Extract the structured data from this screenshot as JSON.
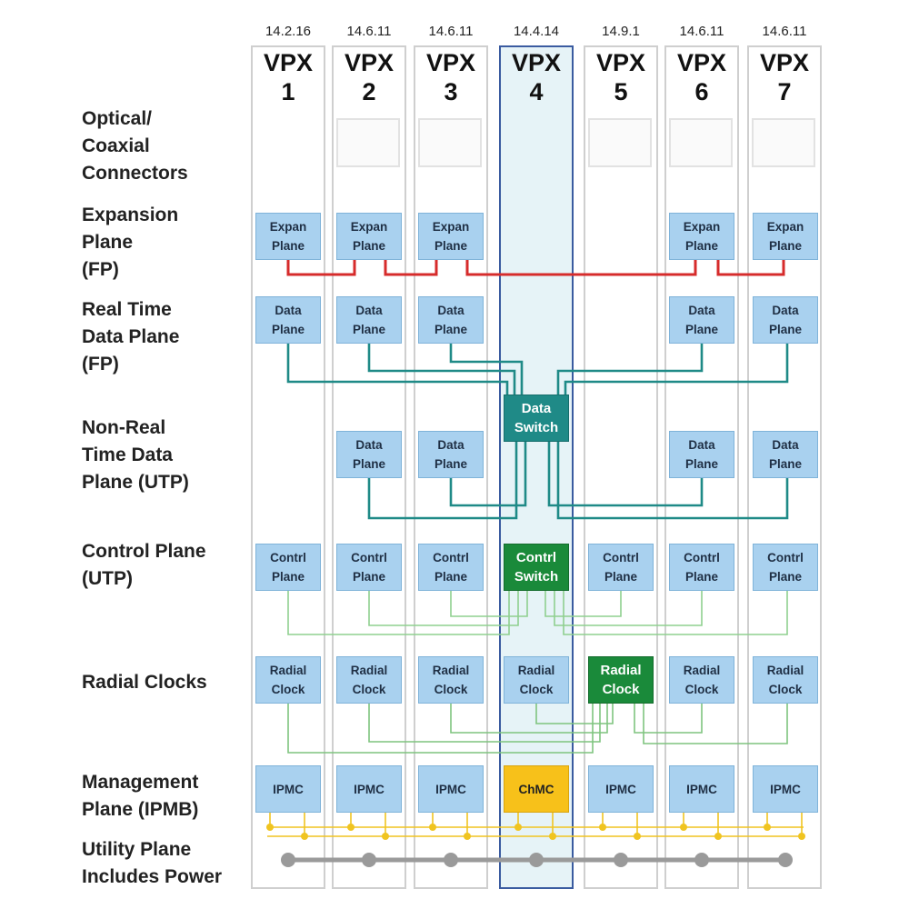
{
  "slots": [
    {
      "version": "14.2.16",
      "name": "VPX",
      "number": "1"
    },
    {
      "version": "14.6.11",
      "name": "VPX",
      "number": "2"
    },
    {
      "version": "14.6.11",
      "name": "VPX",
      "number": "3"
    },
    {
      "version": "14.4.14",
      "name": "VPX",
      "number": "4",
      "highlighted": true
    },
    {
      "version": "14.9.1",
      "name": "VPX",
      "number": "5"
    },
    {
      "version": "14.6.11",
      "name": "VPX",
      "number": "6"
    },
    {
      "version": "14.6.11",
      "name": "VPX",
      "number": "7"
    }
  ],
  "row_labels": {
    "optical": "Optical/\nCoaxial\nConnectors",
    "expansion": "Expansion\nPlane\n(FP)",
    "realtime": "Real Time\nData Plane\n(FP)",
    "nonrealtime": "Non-Real\nTime Data\nPlane  (UTP)",
    "control": "Control Plane\n(UTP)",
    "clocks": "Radial Clocks",
    "management": "Management\nPlane (IPMB)",
    "utility": "Utility Plane\nIncludes Power"
  },
  "blocks": {
    "expansion": "Expan\nPlane",
    "data": "Data\nPlane",
    "data_switch": "Data\nSwitch",
    "control": "Contrl\nPlane",
    "control_switch": "Contrl\nSwitch",
    "clock": "Radial\nClock",
    "ipmc": "IPMC",
    "chmc": "ChMC"
  },
  "colors": {
    "expansion_link": "#d62b2b",
    "data_link": "#1f8a87",
    "control_link": "#8fd08f",
    "clock_link": "#7fc47f",
    "ipmb_bus": "#f0c420",
    "power_bus": "#9a9a9a",
    "highlight_border": "#3a5ba0",
    "block_fill": "#a9d1ef"
  }
}
